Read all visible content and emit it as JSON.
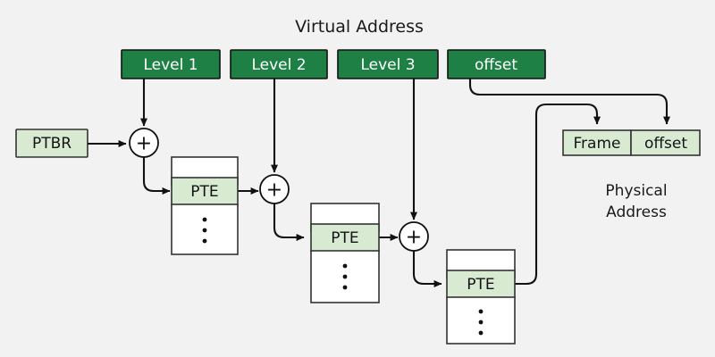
{
  "diagram": {
    "title": "Virtual Address",
    "physical_address_label": {
      "line1": "Physical",
      "line2": "Address"
    },
    "colors": {
      "background": "#f2f2f2",
      "virtual_field_fill": "#1f8045",
      "virtual_field_text": "#ffffff",
      "highlight_fill": "#d9ead3",
      "blank_fill": "#ffffff",
      "stroke": "#111111",
      "text": "#141414"
    },
    "virtual_address_fields": [
      {
        "label": "Level 1"
      },
      {
        "label": "Level 2"
      },
      {
        "label": "Level 3"
      },
      {
        "label": "offset"
      }
    ],
    "base_register": {
      "label": "PTBR"
    },
    "adders": [
      {
        "label": "+"
      },
      {
        "label": "+"
      },
      {
        "label": "+"
      }
    ],
    "page_tables": [
      {
        "rows": [
          {
            "label": "",
            "kind": "blank"
          },
          {
            "label": "PTE",
            "kind": "entry"
          },
          {
            "label": "⋮",
            "kind": "ellipsis"
          }
        ]
      },
      {
        "rows": [
          {
            "label": "",
            "kind": "blank"
          },
          {
            "label": "PTE",
            "kind": "entry"
          },
          {
            "label": "⋮",
            "kind": "ellipsis"
          }
        ]
      },
      {
        "rows": [
          {
            "label": "",
            "kind": "blank"
          },
          {
            "label": "PTE",
            "kind": "entry"
          },
          {
            "label": "⋮",
            "kind": "ellipsis"
          }
        ]
      }
    ],
    "physical_address_fields": [
      {
        "label": "Frame"
      },
      {
        "label": "offset"
      }
    ]
  }
}
